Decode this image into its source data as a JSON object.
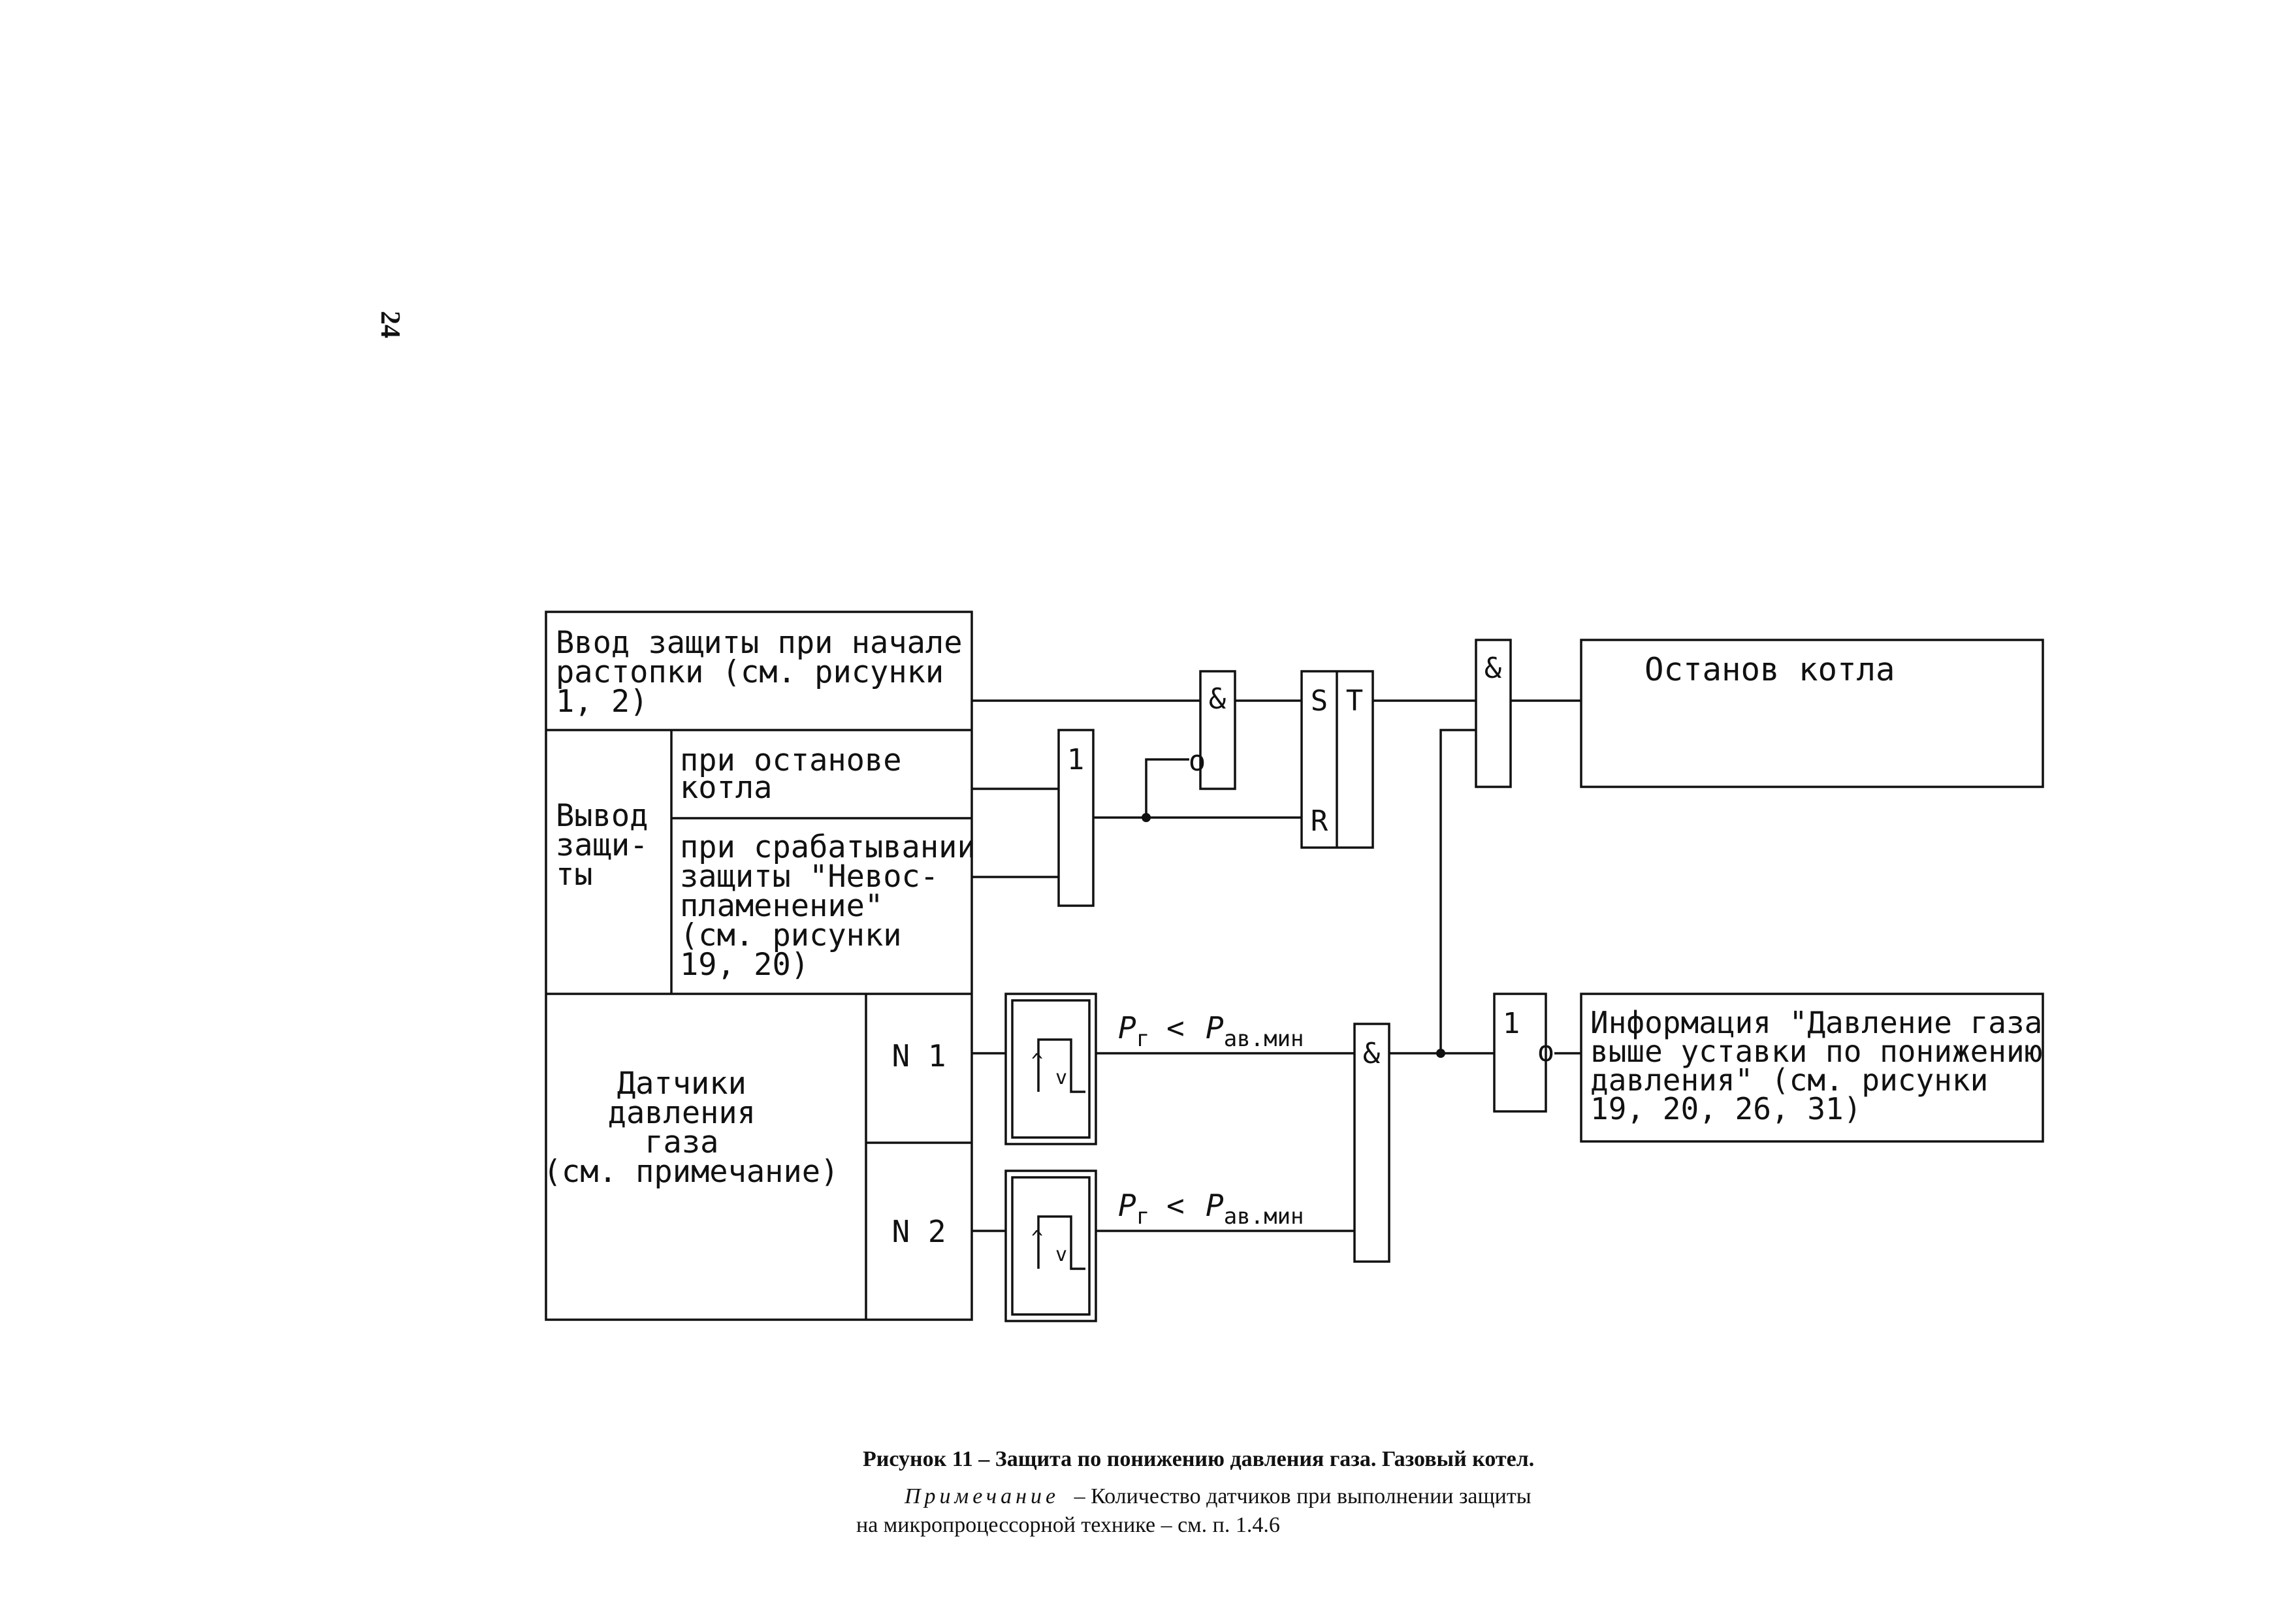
{
  "page_number": "24",
  "left_table": {
    "enable_protection": [
      "Ввод защиты при начале",
      "растопки (см. рисунки",
      "1, 2)"
    ],
    "disable_protection": [
      "Вывод",
      "защи-",
      "ты"
    ],
    "on_boiler_stop": [
      "при останове",
      "котла"
    ],
    "on_flame_failure": [
      "при срабатывании",
      "защиты \"Невос-",
      "пламенение\"",
      "(см. рисунки",
      "19, 20)"
    ],
    "gas_pressure_sensors": [
      "Датчики",
      "давления",
      "газа",
      "(см. примечание)"
    ],
    "sensor_1": "N 1",
    "sensor_2": "N 2"
  },
  "gates": {
    "and_gate_1": "&",
    "or_gate": "1",
    "inverter_input": "o",
    "sr_trigger_s": "S",
    "sr_trigger_r": "R",
    "sr_trigger_t": "T",
    "and_gate_2": "&",
    "and_gate_3": "&",
    "not_gate": "1",
    "not_gate_output": "o"
  },
  "comparator_symbol": {
    "up": "^",
    "down": "v"
  },
  "signals": {
    "pressure_label_main": "Pг < Pав.мин",
    "p": "P",
    "sub_g": "г",
    "lt": "<",
    "sub_av_min": "ав.мин"
  },
  "outputs": {
    "boiler_stop": "Останов котла",
    "info_message": [
      "Информация \"Давление газа",
      "выше уставки по понижению",
      "давления\" (см. рисунки",
      "19, 20, 26, 31)"
    ]
  },
  "caption": "Рисунок 11 – Защита по понижению давления газа. Газовый котел.",
  "note_label": "Примечание",
  "note_text_1": "– Количество датчиков при выполнении защиты",
  "note_text_2": "на микропроцессорной технике – см. п. 1.4.6"
}
